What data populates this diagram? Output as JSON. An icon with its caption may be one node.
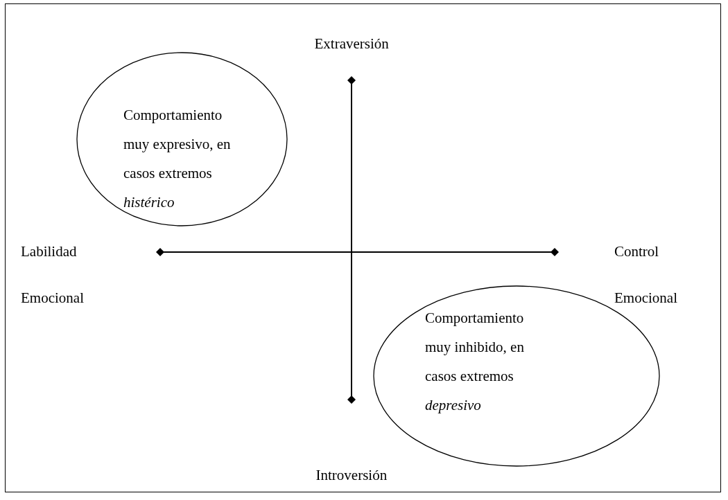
{
  "diagram": {
    "nodes": [
      {
        "text": [
          "Comportamiento muy expresivo, en casos extremos *histérico*"
        ]
      },
      {
        "text": [
          "Comportamiento muy inhibido, en casos extremos *depresivo*"
        ]
      }
    ],
    "labels": [
      "Extraversión",
      "Labilidad Emocional",
      "Control Emocional",
      "Introversión"
    ]
  }
}
